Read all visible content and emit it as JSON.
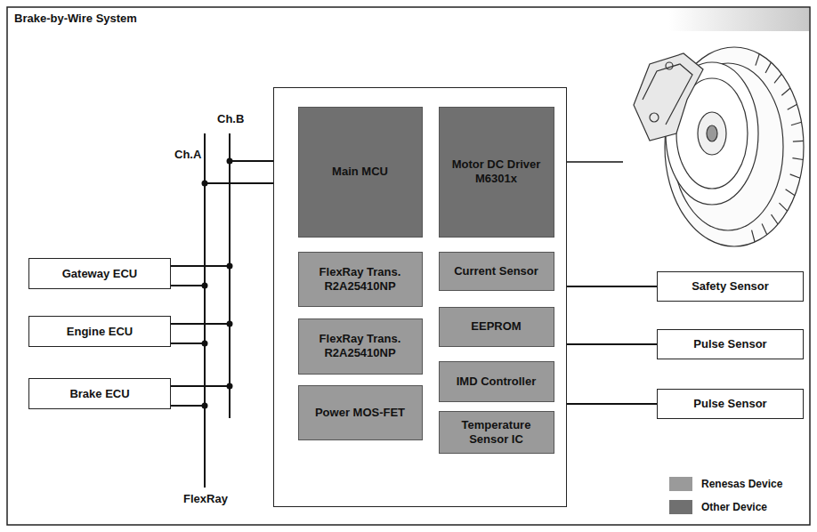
{
  "diagram": {
    "title": "Brake-by-Wire System",
    "nodes": [
      {
        "text": []
      },
      {
        "text": [
          "Main MCU"
        ],
        "in": 0
      },
      {
        "text": [
          "Motor DC Driver M6301x"
        ],
        "in": 0
      },
      {
        "text": [
          "FlexRay Trans. R2A25410NP"
        ],
        "in": 0
      },
      {
        "text": [
          "Current Sensor"
        ],
        "in": 0
      },
      {
        "text": [
          "FlexRay Trans. R2A25410NP"
        ],
        "in": 0
      },
      {
        "text": [
          "EEPROM"
        ],
        "in": 0
      },
      {
        "text": [
          "Power MOS-FET"
        ],
        "in": 0
      },
      {
        "text": [
          "IMD Controller"
        ],
        "in": 0
      },
      {
        "text": [
          "Temperature Sensor IC"
        ],
        "in": 0
      },
      {
        "text": [
          "Gateway ECU"
        ]
      },
      {
        "text": [
          "Engine ECU"
        ]
      },
      {
        "text": [
          "Brake ECU"
        ]
      },
      {
        "text": [
          "Safety Sensor"
        ]
      },
      {
        "text": [
          "Pulse Sensor"
        ]
      },
      {
        "text": [
          "Pulse Sensor"
        ]
      }
    ],
    "edges": [
      {
        "from": 10,
        "to": 0,
        "arrow": "none"
      },
      {
        "from": 11,
        "to": 0,
        "arrow": "none"
      },
      {
        "from": 12,
        "to": 0,
        "arrow": "none"
      },
      {
        "from": 0,
        "to": 13,
        "arrow": "none"
      },
      {
        "from": 0,
        "to": 14,
        "arrow": "none"
      },
      {
        "from": 0,
        "to": 15,
        "arrow": "none"
      }
    ],
    "labels": [
      "Ch.B",
      "Ch.A",
      "FlexRay"
    ],
    "legend": [
      {
        "text": "Renesas Device",
        "color": "#9a9a9a"
      },
      {
        "text": "Other Device",
        "color": "#707070"
      }
    ]
  }
}
